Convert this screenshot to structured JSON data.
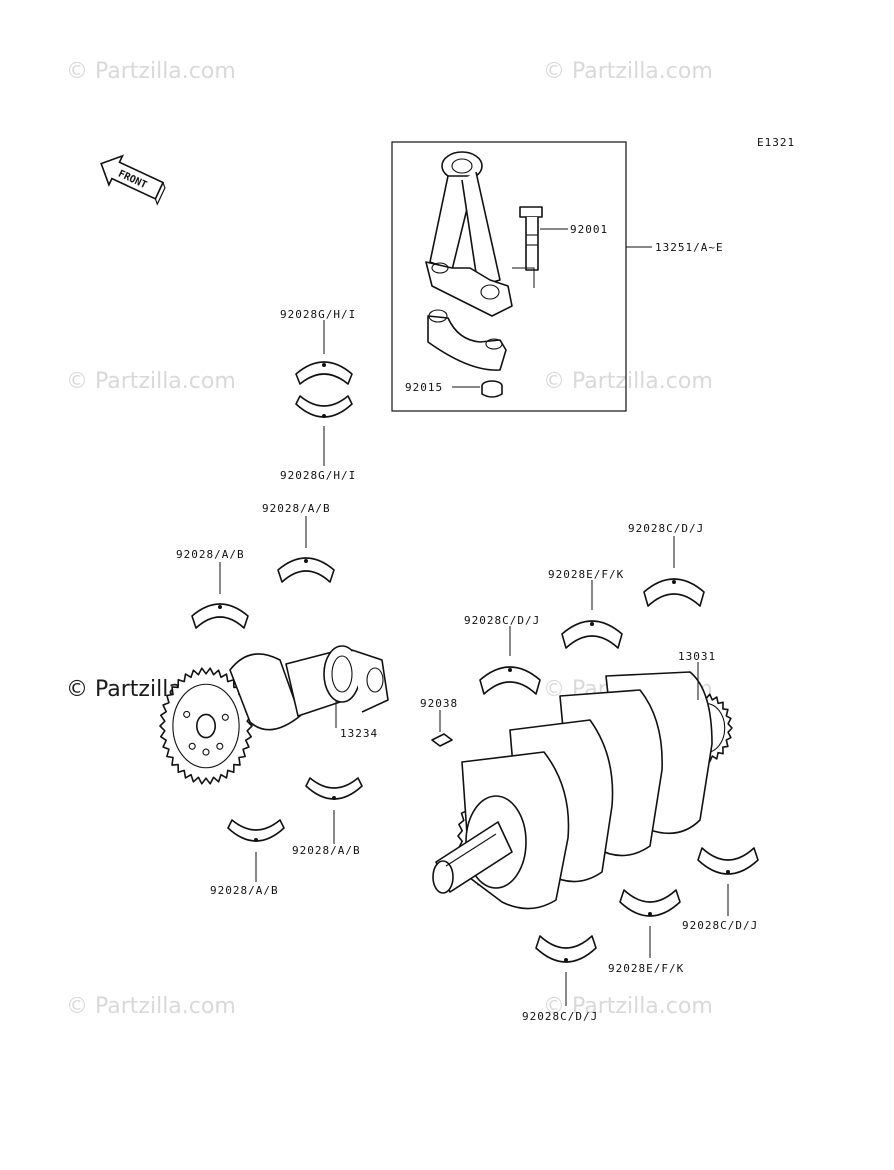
{
  "diagram_code": "E1321",
  "front_label": "FRONT",
  "watermarks": [
    "© Partzilla.com",
    "© Partzilla.com",
    "© Partzilla.com",
    "© Partzilla.com",
    "© Partzilla.com",
    "© Partzilla.com",
    "© Partzilla.com",
    "© Partzilla.com"
  ],
  "labels": {
    "p92001": "92001",
    "p13251": "13251/A~E",
    "p92015": "92015",
    "p92028ghi_top": "92028G/H/I",
    "p92028ghi_bot": "92028G/H/I",
    "p92028ab_1": "92028/A/B",
    "p92028ab_2": "92028/A/B",
    "p92028ab_3": "92028/A/B",
    "p92028ab_4": "92028/A/B",
    "p13234": "13234",
    "p92038": "92038",
    "p92028cdj_1": "92028C/D/J",
    "p92028efk_1": "92028E/F/K",
    "p92028cdj_2": "92028C/D/J",
    "p13031": "13031",
    "p92028cdj_3": "92028C/D/J",
    "p92028efk_2": "92028E/F/K",
    "p92028cdj_4": "92028C/D/J"
  }
}
